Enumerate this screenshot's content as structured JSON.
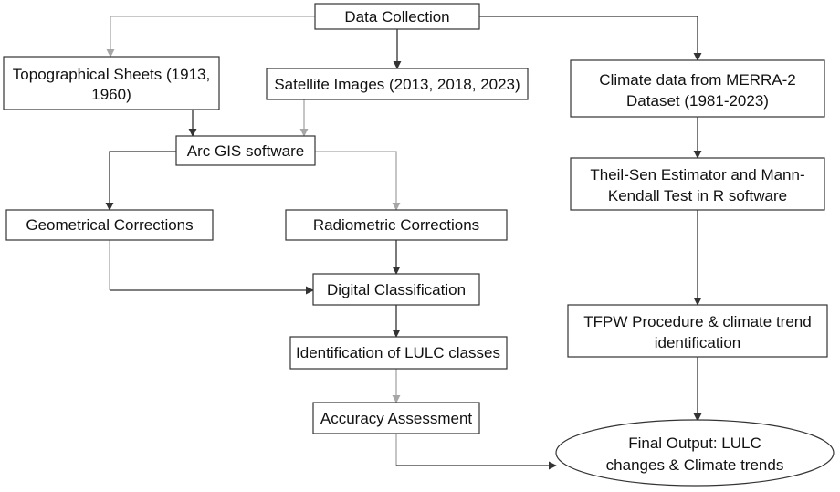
{
  "nodes": {
    "data_collection": "Data Collection",
    "topo_sheets": [
      "Topographical Sheets (1913,",
      "1960)"
    ],
    "satellite_images": "Satellite Images (2013, 2018, 2023)",
    "climate_data": [
      "Climate data from MERRA-2",
      "Dataset (1981-2023)"
    ],
    "arc_gis": "Arc GIS software",
    "theil_sen": [
      "Theil-Sen Estimator and Mann-",
      "Kendall Test in R software"
    ],
    "geometrical": "Geometrical Corrections",
    "radiometric": "Radiometric Corrections",
    "digital_class": "Digital Classification",
    "tfpw": [
      "TFPW Procedure & climate trend",
      "identification"
    ],
    "lulc_classes": "Identification of LULC classes",
    "accuracy": "Accuracy Assessment",
    "final_output": [
      "Final Output: LULC",
      "changes & Climate trends"
    ]
  }
}
